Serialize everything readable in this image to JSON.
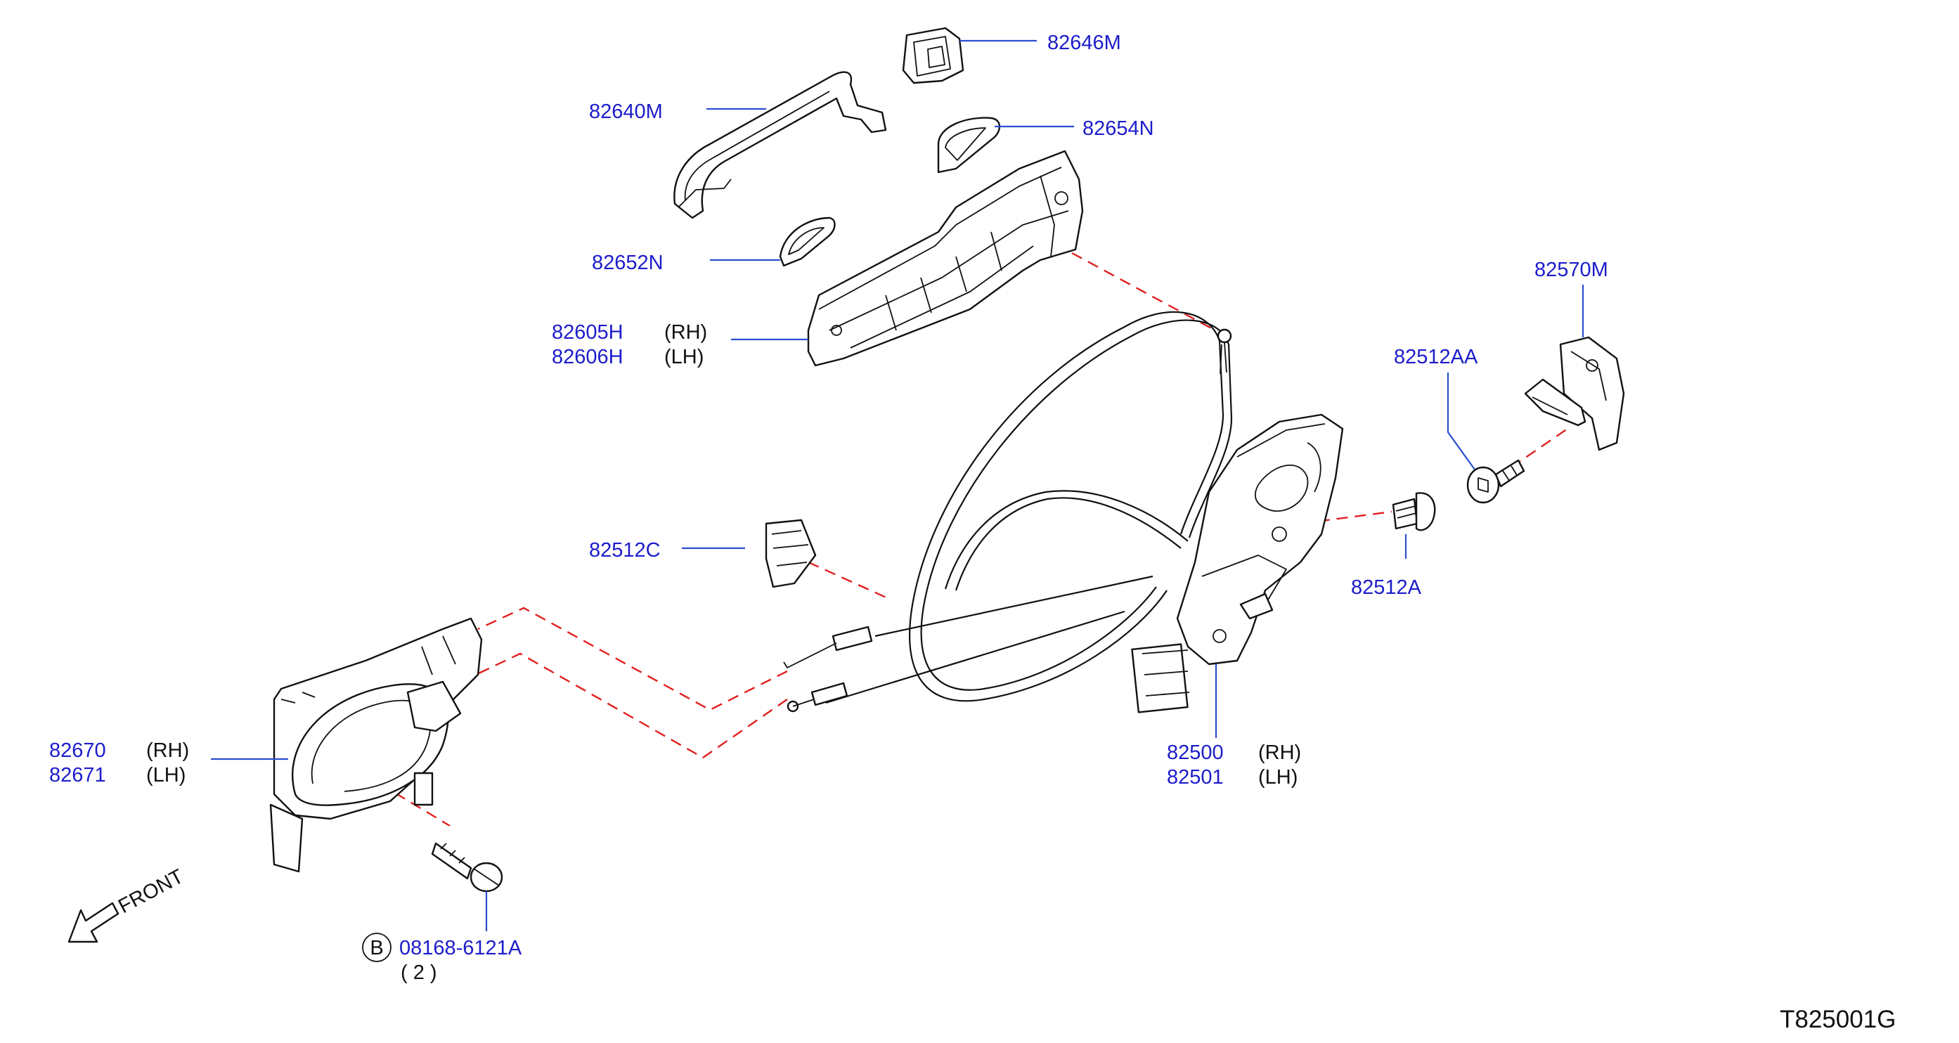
{
  "diagram_code": "T825001G",
  "front_label": "FRONT",
  "colors": {
    "part_number": "#1c1ccc",
    "leader": "#2a4fd0",
    "dashed_guide": "#e02020",
    "line_art": "#111111"
  },
  "parts": {
    "p82646M": {
      "number": "82646M"
    },
    "p82640M": {
      "number": "82640M"
    },
    "p82654N": {
      "number": "82654N"
    },
    "p82652N": {
      "number": "82652N"
    },
    "p82605H": {
      "number": "82605H",
      "side": "(RH)"
    },
    "p82606H": {
      "number": "82606H",
      "side": "(LH)"
    },
    "p82570M": {
      "number": "82570M"
    },
    "p82512AA": {
      "number": "82512AA"
    },
    "p82512A": {
      "number": "82512A"
    },
    "p82512C": {
      "number": "82512C"
    },
    "p82670": {
      "number": "82670",
      "side": "(RH)"
    },
    "p82671": {
      "number": "82671",
      "side": "(LH)"
    },
    "p82500": {
      "number": "82500",
      "side": "(RH)"
    },
    "p82501": {
      "number": "82501",
      "side": "(LH)"
    },
    "bolt": {
      "badge": "B",
      "number": "08168-6121A",
      "qty": "(  2  )"
    }
  }
}
